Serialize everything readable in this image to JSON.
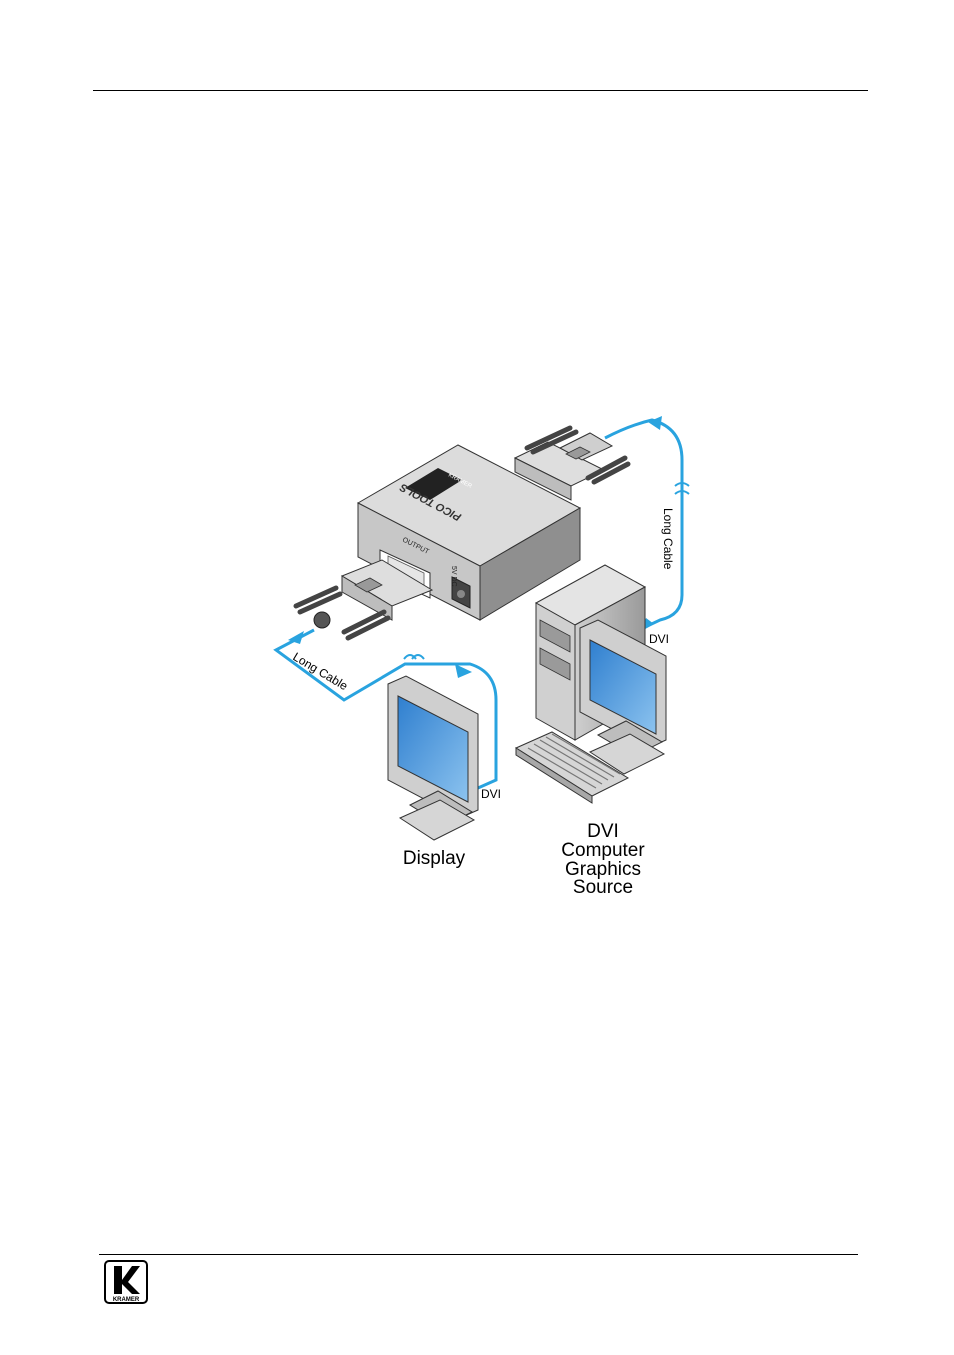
{
  "device": {
    "panel_label": "OUTPUT",
    "power_label": "5V DC",
    "top_brand_text": "PICO TOOLS",
    "logo_text": "KRAMER"
  },
  "cables": {
    "left_label": "Long Cable",
    "right_label": "Long Cable",
    "left_dvi_label": "DVI",
    "right_dvi_label": "DVI"
  },
  "captions": {
    "display": "Display",
    "source_line1": "DVI",
    "source_line2": "Computer",
    "source_line3": "Graphics",
    "source_line4": "Source"
  },
  "footer": {
    "logo_text": "KRAMER"
  },
  "colors": {
    "cable": "#29a3df",
    "screen": "#4a8fd0"
  }
}
